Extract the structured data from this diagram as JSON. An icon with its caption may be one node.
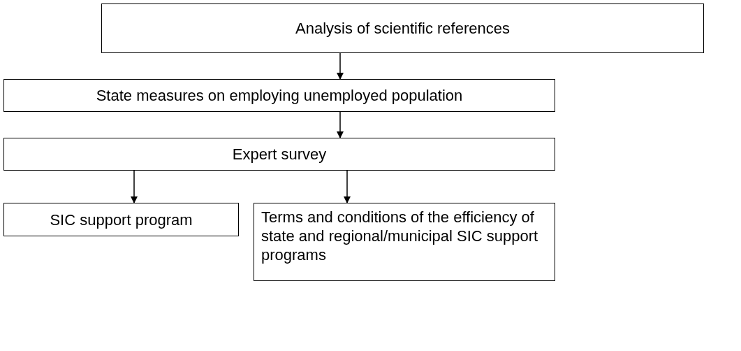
{
  "diagram": {
    "nodes": [
      {
        "text": [
          "Analysis of scientific references"
        ]
      },
      {
        "text": [
          "State measures on employing unemployed population"
        ]
      },
      {
        "text": [
          "Expert survey"
        ]
      },
      {
        "text": [
          "SIC support program"
        ]
      },
      {
        "text": [
          "Terms and conditions of the efficiency of state and regional/municipal SIC support programs"
        ]
      }
    ],
    "edges": [
      {
        "from": 0,
        "to": 1,
        "arrow": "to"
      },
      {
        "from": 1,
        "to": 2,
        "arrow": "to"
      },
      {
        "from": 2,
        "to": 3,
        "arrow": "to"
      },
      {
        "from": 2,
        "to": 4,
        "arrow": "to"
      }
    ]
  }
}
